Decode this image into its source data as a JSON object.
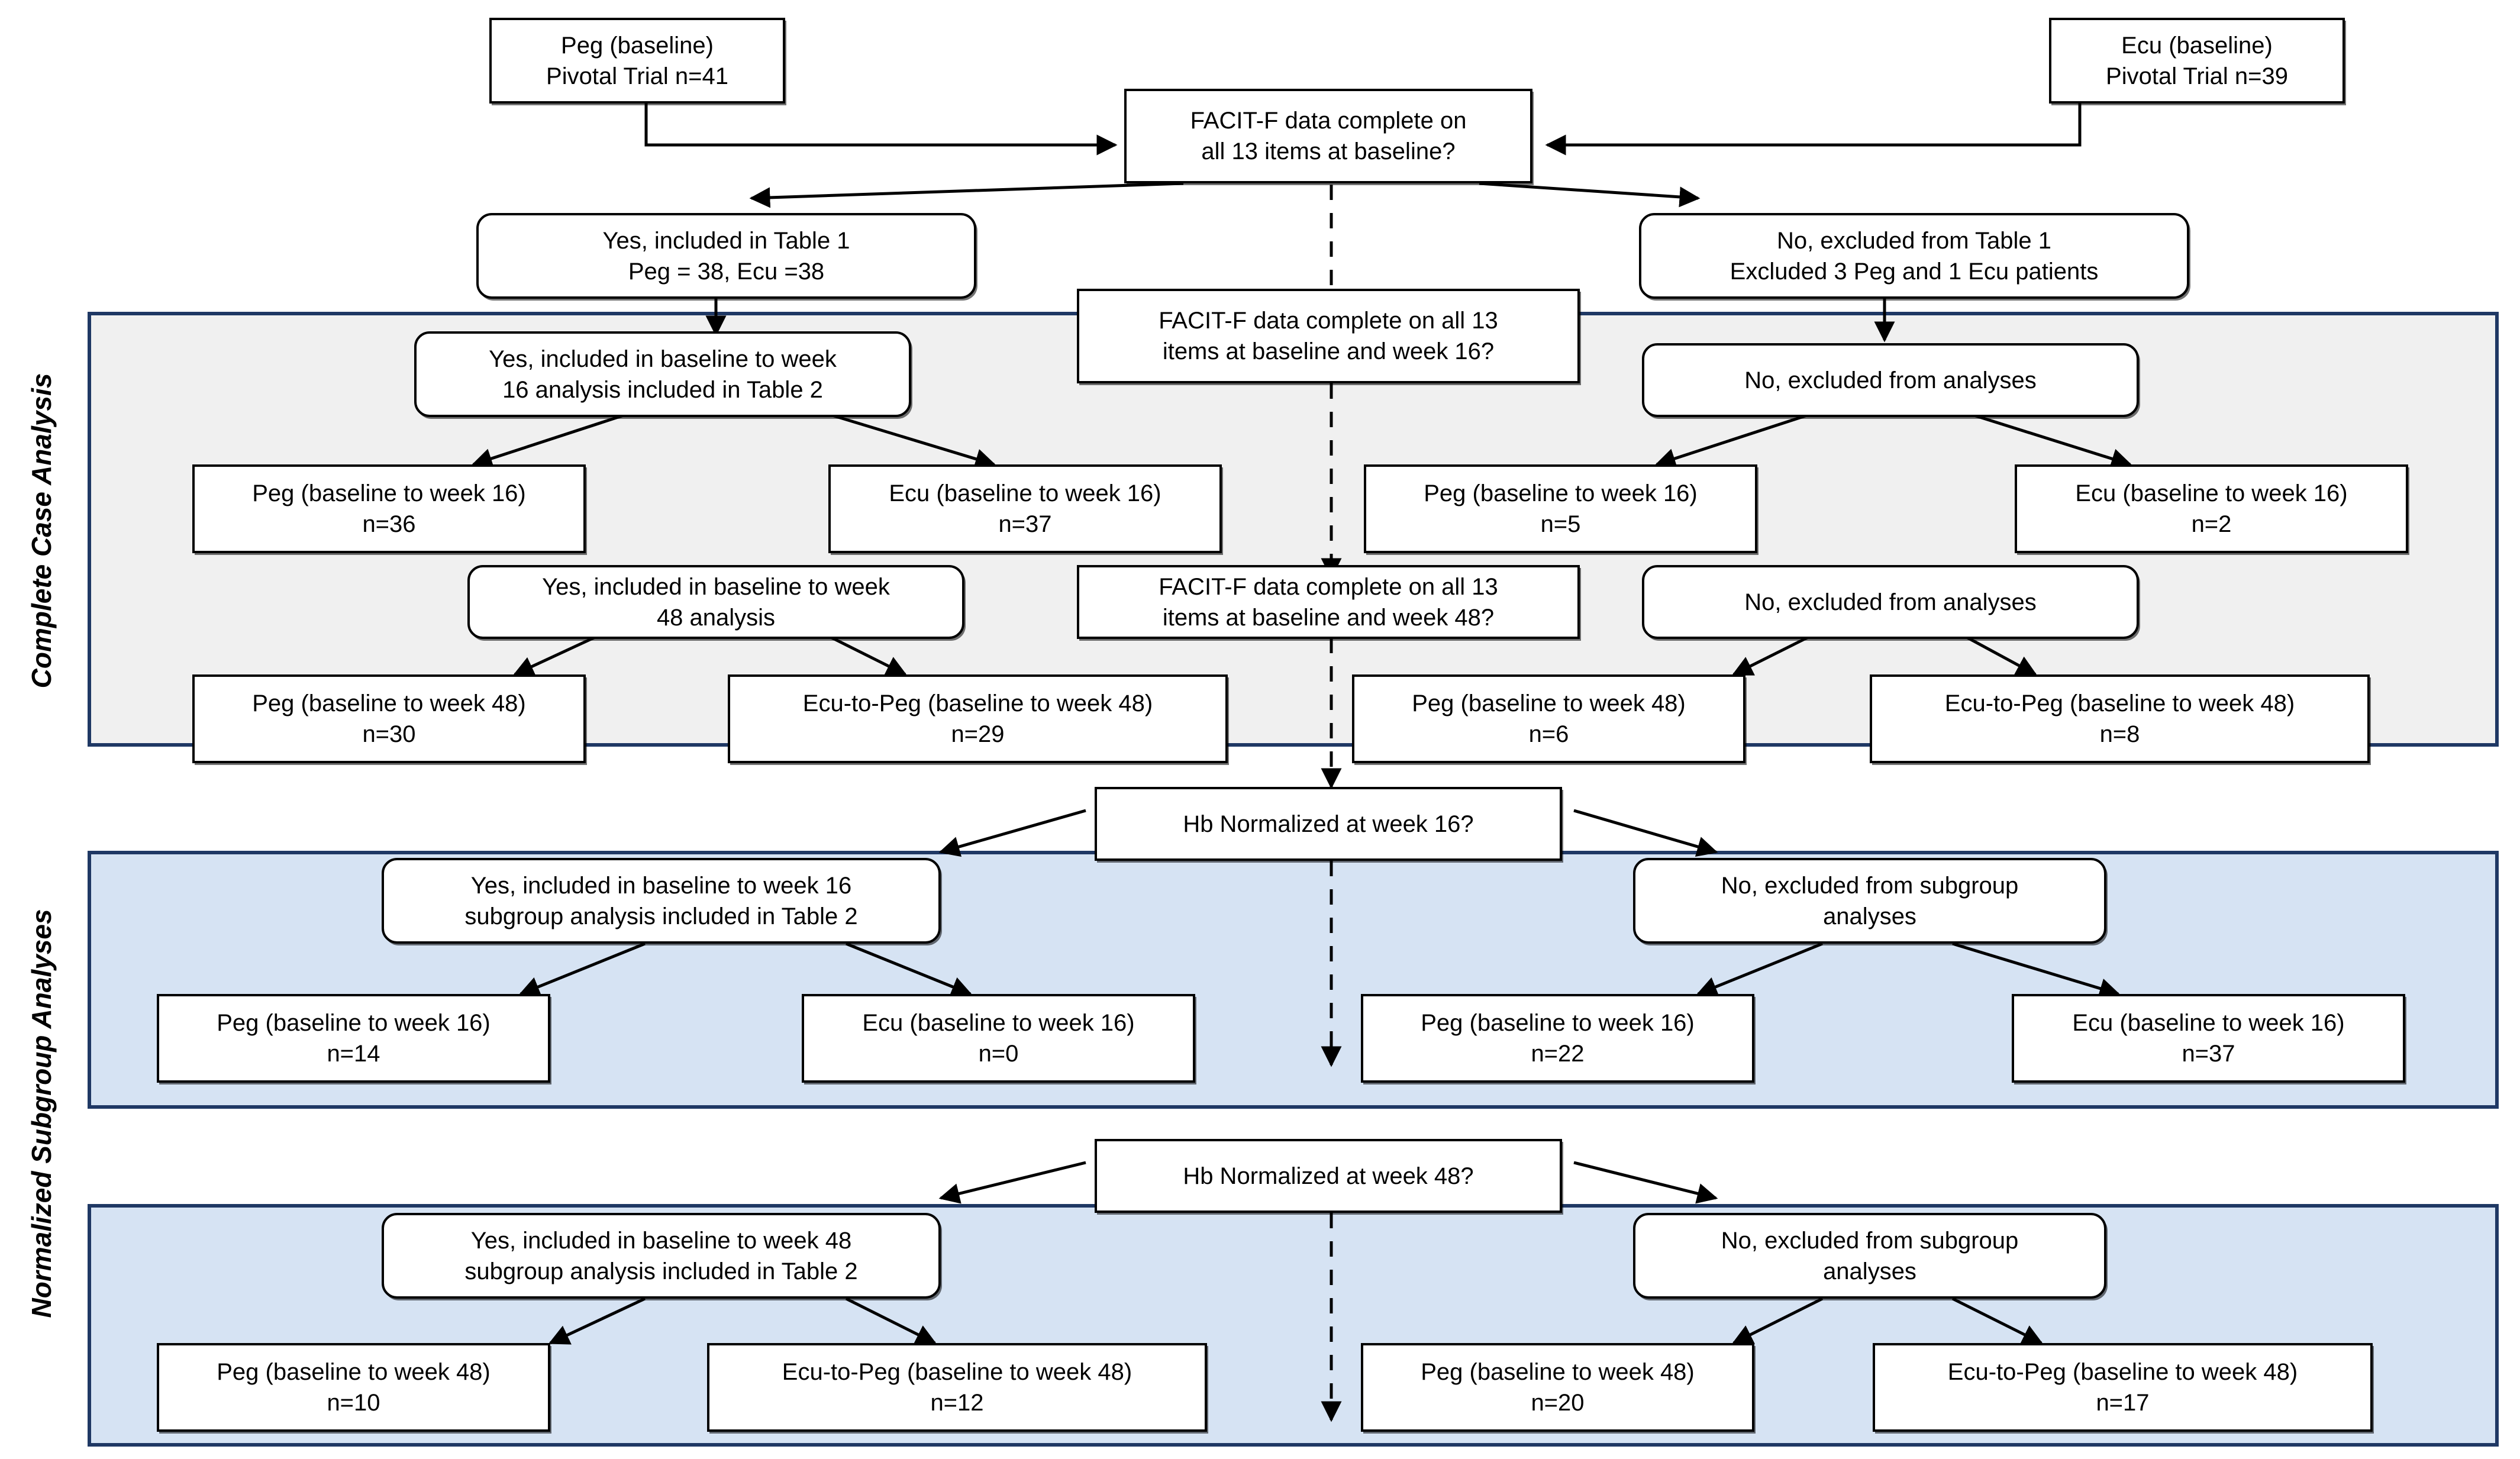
{
  "figure": {
    "type": "flowchart",
    "title": "Patient disposition flow for FACIT-F analyses"
  },
  "sections": [
    {
      "id": "complete-case",
      "label": "Complete Case Analysis",
      "fill": "#f0f0f0",
      "border": "#1f3864"
    },
    {
      "id": "normalized-subgroup",
      "label": "Normalized Subgroup Analyses",
      "fill": "#d6e3f3",
      "border": "#1f3864"
    }
  ],
  "nodes": {
    "peg_baseline": {
      "line1": "Peg (baseline)",
      "line2": "Pivotal Trial n=41"
    },
    "ecu_baseline": {
      "line1": "Ecu (baseline)",
      "line2": "Pivotal Trial n=39"
    },
    "q_baseline": {
      "line1": "FACIT-F data complete on",
      "line2": "all 13  items at baseline?"
    },
    "yes_table1": {
      "line1": "Yes, included in Table 1",
      "line2": "Peg = 38, Ecu =38"
    },
    "no_table1": {
      "line1": "No, excluded from Table 1",
      "line2": "Excluded 3 Peg and 1 Ecu patients"
    },
    "q_wk16": {
      "line1": "FACIT-F data complete on all 13",
      "line2": "items at baseline and week 16?"
    },
    "yes_wk16": {
      "line1": "Yes, included in baseline to week",
      "line2": "16 analysis included in Table 2"
    },
    "no_analyses_16": {
      "line1": "No, excluded from analyses",
      "line2": ""
    },
    "cc_peg16": {
      "line1": "Peg (baseline to week 16)",
      "line2": "n=36"
    },
    "cc_ecu16": {
      "line1": "Ecu (baseline to week 16)",
      "line2": "n=37"
    },
    "cc_peg16_ex": {
      "line1": "Peg (baseline to week 16)",
      "line2": "n=5"
    },
    "cc_ecu16_ex": {
      "line1": "Ecu (baseline to week 16)",
      "line2": "n=2"
    },
    "yes_wk48": {
      "line1": "Yes, included in baseline to week",
      "line2": "48 analysis"
    },
    "q_wk48": {
      "line1": "FACIT-F data complete on all 13",
      "line2": "items at baseline and week 48?"
    },
    "no_analyses_48": {
      "line1": "No, excluded from analyses",
      "line2": ""
    },
    "cc_peg48": {
      "line1": "Peg (baseline to week 48)",
      "line2": "n=30"
    },
    "cc_ecupeg48": {
      "line1": "Ecu-to-Peg (baseline to week 48)",
      "line2": "n=29"
    },
    "cc_peg48_ex": {
      "line1": "Peg (baseline to week 48)",
      "line2": "n=6"
    },
    "cc_ecupeg48_ex": {
      "line1": "Ecu-to-Peg (baseline to week 48)",
      "line2": "n=8"
    },
    "q_hb16": {
      "line1": "Hb Normalized at week 16?",
      "line2": ""
    },
    "yes_sub16": {
      "line1": "Yes, included in baseline to week 16",
      "line2": "subgroup analysis included in Table 2"
    },
    "no_sub16": {
      "line1": "No, excluded from subgroup",
      "line2": "analyses"
    },
    "sg_peg16": {
      "line1": "Peg (baseline to week 16)",
      "line2": "n=14"
    },
    "sg_ecu16": {
      "line1": "Ecu (baseline to week 16)",
      "line2": "n=0"
    },
    "sg_peg16_ex": {
      "line1": "Peg (baseline to week 16)",
      "line2": "n=22"
    },
    "sg_ecu16_ex": {
      "line1": "Ecu (baseline to week 16)",
      "line2": "n=37"
    },
    "q_hb48": {
      "line1": "Hb Normalized at week 48?",
      "line2": ""
    },
    "yes_sub48": {
      "line1": "Yes, included in baseline to week 48",
      "line2": "subgroup analysis included in Table 2"
    },
    "no_sub48": {
      "line1": "No, excluded from subgroup",
      "line2": "analyses"
    },
    "sg_peg48": {
      "line1": "Peg (baseline to week 48)",
      "line2": "n=10"
    },
    "sg_ecupeg48": {
      "line1": "Ecu-to-Peg (baseline to week 48)",
      "line2": "n=12"
    },
    "sg_peg48_ex": {
      "line1": "Peg (baseline to week 48)",
      "line2": "n=20"
    },
    "sg_ecupeg48_ex": {
      "line1": "Ecu-to-Peg (baseline to week 48)",
      "line2": "n=17"
    }
  }
}
